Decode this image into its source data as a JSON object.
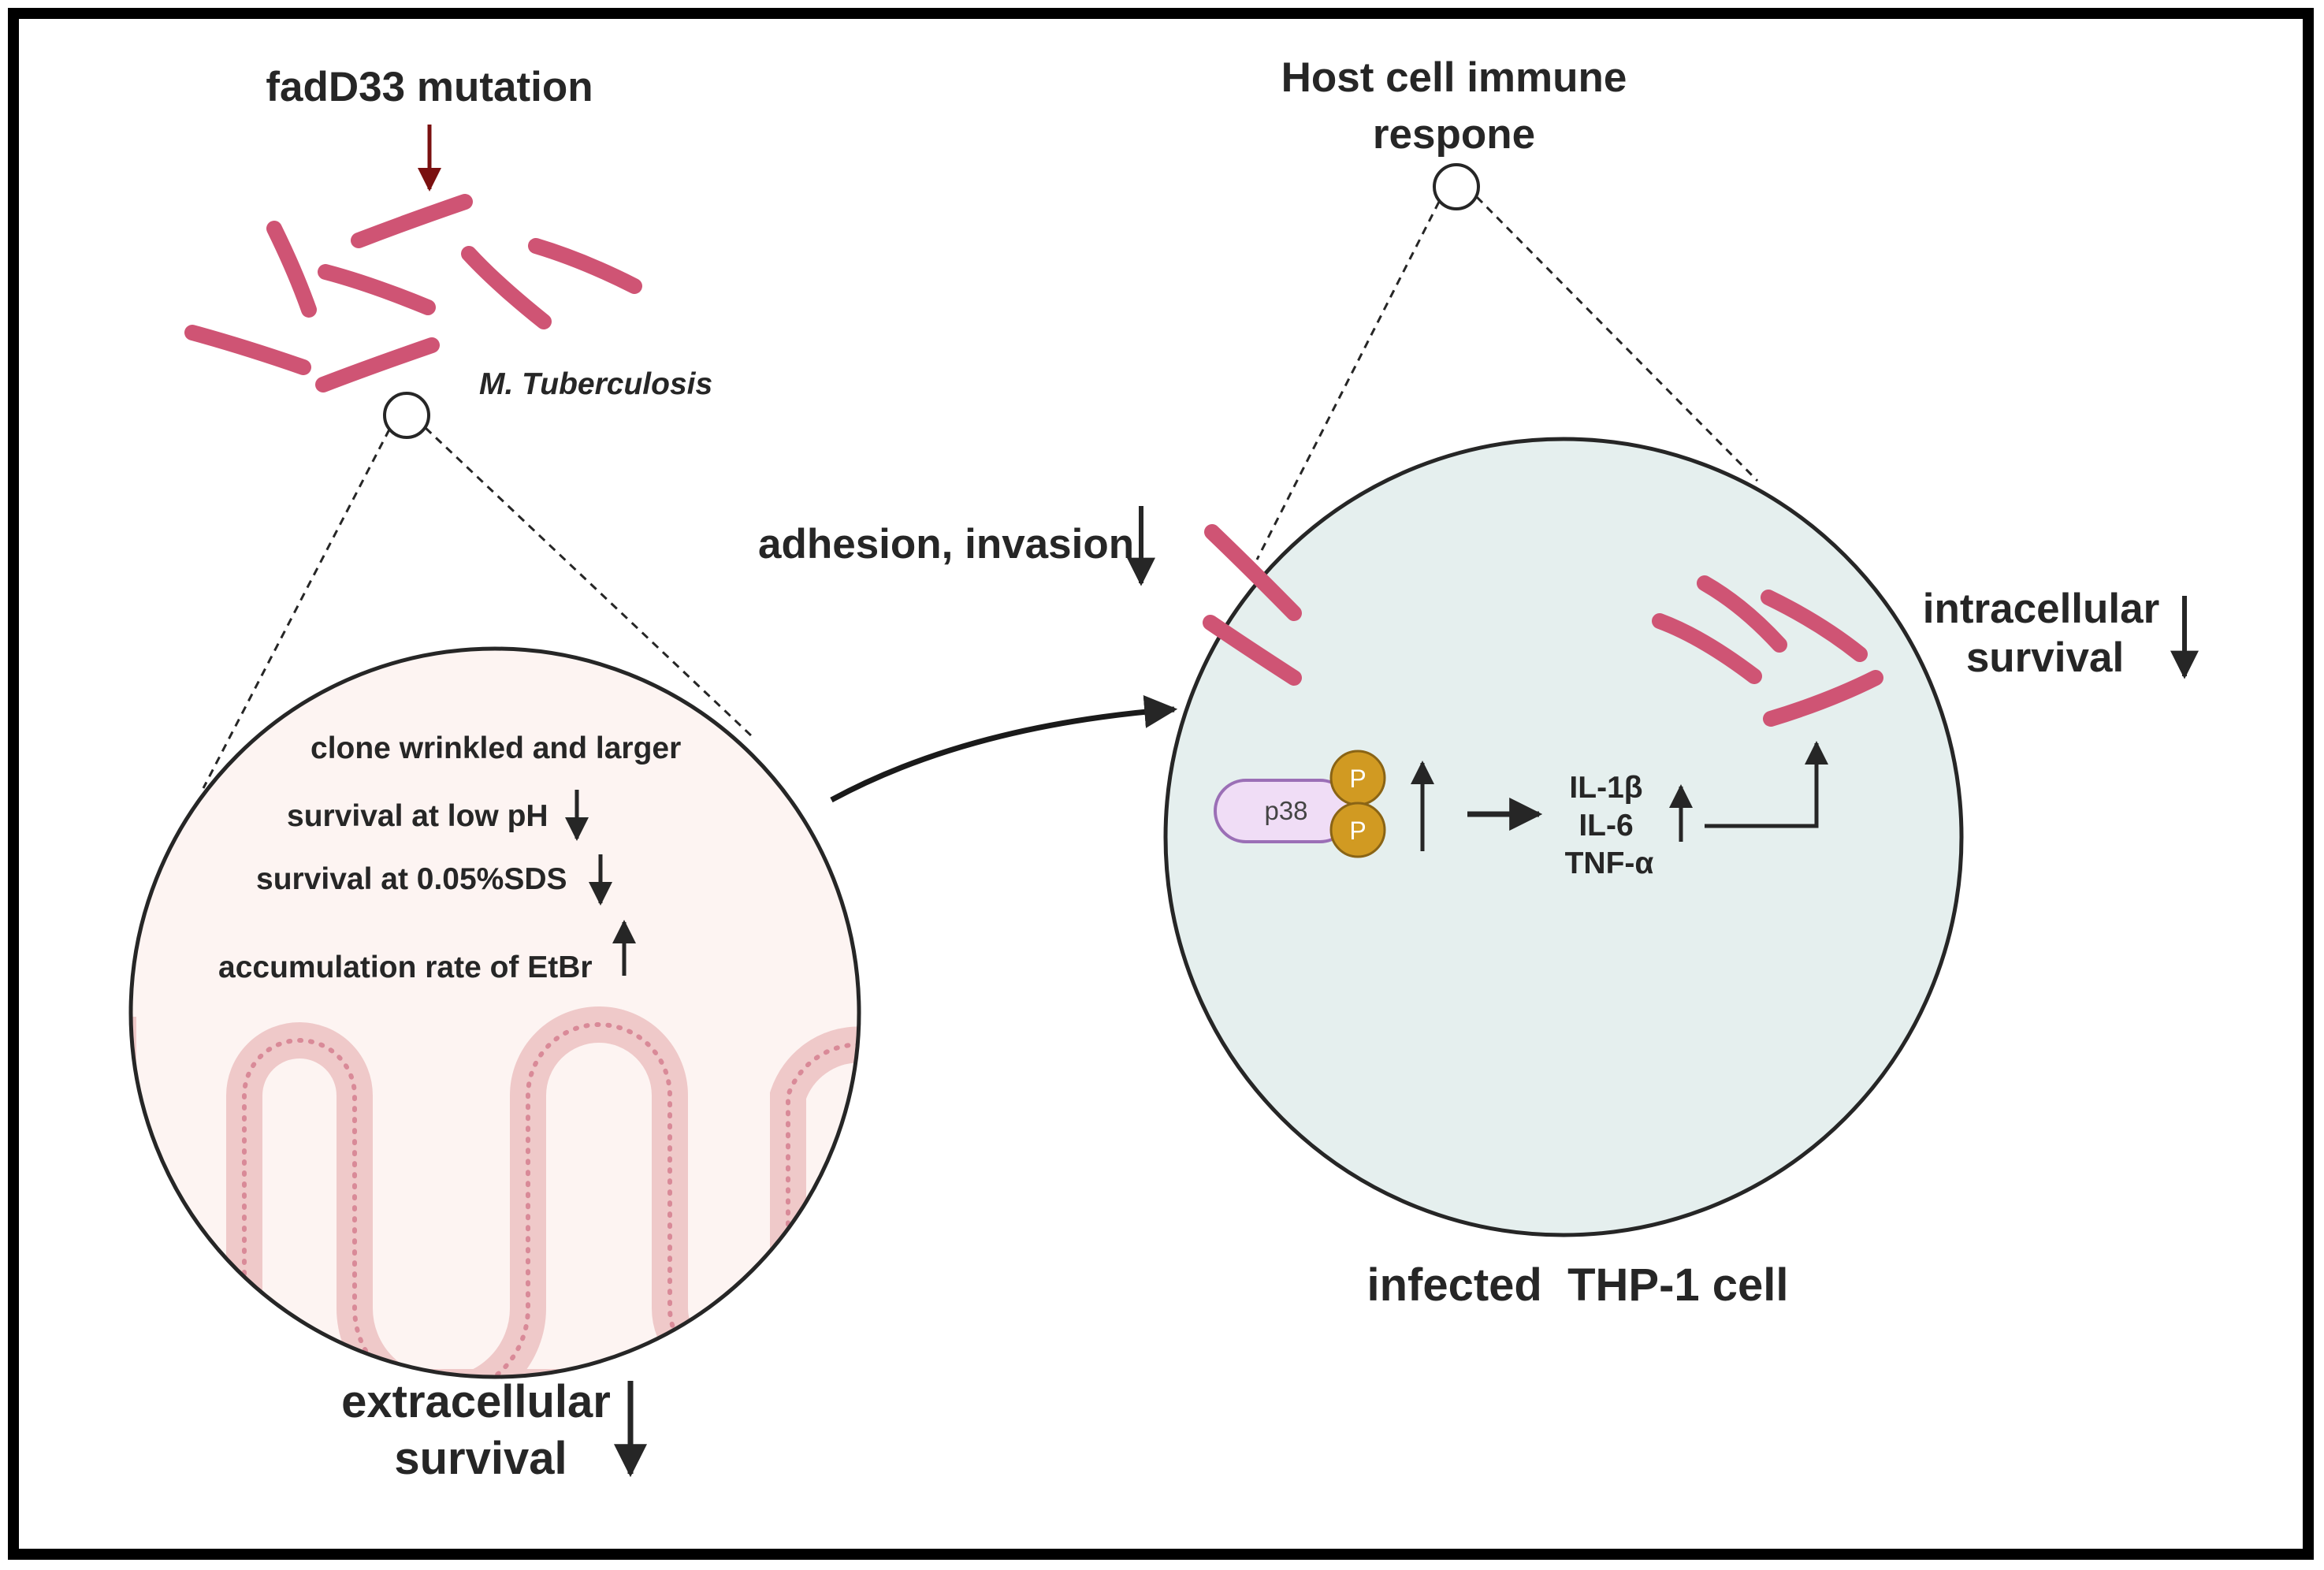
{
  "labels": {
    "mutation": "fadD33 mutation",
    "organism": "M. Tuberculosis",
    "host_line1": "Host cell immune",
    "host_line2": "respone",
    "adhesion": "adhesion, invasion",
    "intracellular_line1": "intracellular",
    "intracellular_line2": "survival",
    "clone": "clone wrinkled and larger",
    "low_ph": "survival at low pH",
    "sds": "survival at 0.05%SDS",
    "etbr": "accumulation rate of EtBr",
    "extracellular_line1": "extracellular",
    "extracellular_line2": "survival",
    "infected": "infected  THP-1 cell",
    "p38": "p38",
    "phospho": "P",
    "il1b": "IL-1β",
    "il6": "IL-6",
    "tnfa": "TNF-α"
  },
  "colors": {
    "bacterium": "#cf5474",
    "mutation_arrow": "#7a1010",
    "gut_circle_fill": "#fdf4f2",
    "villi": "#efc9c9",
    "villi_dots": "#d98a98",
    "cell_fill": "#e5efee",
    "p38_fill": "#f0ddf6",
    "p38_stroke": "#9b6fb6",
    "phospho_fill": "#d19a22",
    "text": "#262626"
  }
}
